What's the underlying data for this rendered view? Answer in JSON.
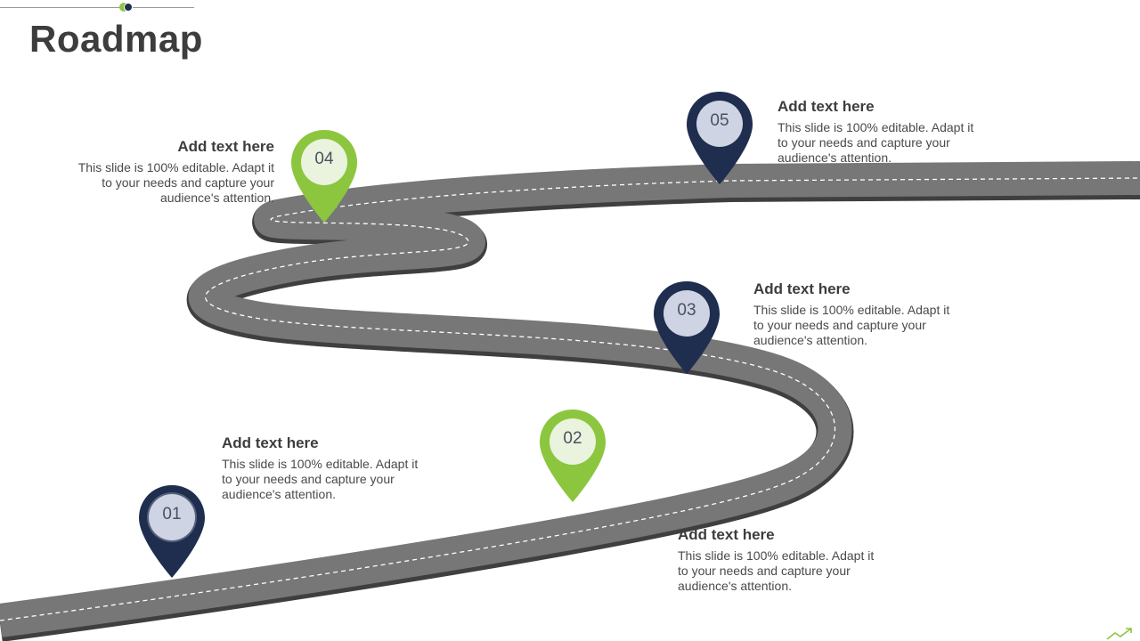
{
  "title": "Roadmap",
  "colors": {
    "navy": "#1f2d4f",
    "green": "#8cc63f",
    "road": "#777777",
    "road_shadow": "#3f3f3f"
  },
  "steps": [
    {
      "number": "01",
      "color": "navy",
      "heading": "Add text here",
      "body": "This slide is 100% editable. Adapt it to your needs and capture your audience's attention."
    },
    {
      "number": "02",
      "color": "green",
      "heading": "Add text here",
      "body": "This slide is 100% editable. Adapt it to your needs and capture your audience's attention."
    },
    {
      "number": "03",
      "color": "navy",
      "heading": "Add text here",
      "body": "This slide is 100% editable. Adapt it to your needs and capture your audience's attention."
    },
    {
      "number": "04",
      "color": "green",
      "heading": "Add text here",
      "body": "This slide is 100% editable. Adapt it to your needs and capture your audience's attention."
    },
    {
      "number": "05",
      "color": "navy",
      "heading": "Add text here",
      "body": "This slide is 100% editable. Adapt it to your needs and capture your audience's attention."
    }
  ]
}
